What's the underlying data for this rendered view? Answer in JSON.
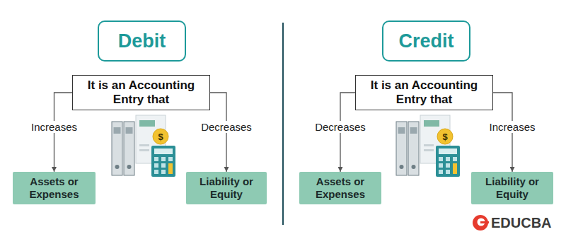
{
  "diagram": {
    "nodes": [
      {
        "text": [
          "Debit"
        ]
      },
      {
        "text": [
          "It is an Accounting Entry that"
        ]
      },
      {
        "text": [
          "Assets or Expenses"
        ]
      },
      {
        "text": [
          "Liability or Equity"
        ]
      },
      {
        "text": [
          "Credit"
        ]
      },
      {
        "text": [
          "It is an Accounting Entry that"
        ]
      },
      {
        "text": [
          "Assets or Expenses"
        ]
      },
      {
        "text": [
          "Liability or Equity"
        ]
      }
    ],
    "edges": [
      {
        "from": 1,
        "to": 2,
        "label": "Increases",
        "arrow": "to"
      },
      {
        "from": 1,
        "to": 3,
        "label": "Decreases",
        "arrow": "to"
      },
      {
        "from": 5,
        "to": 6,
        "label": "Decreases",
        "arrow": "to"
      },
      {
        "from": 5,
        "to": 7,
        "label": "Increases",
        "arrow": "to"
      }
    ],
    "labels": [
      "$",
      "$",
      "EDUCBA"
    ]
  }
}
